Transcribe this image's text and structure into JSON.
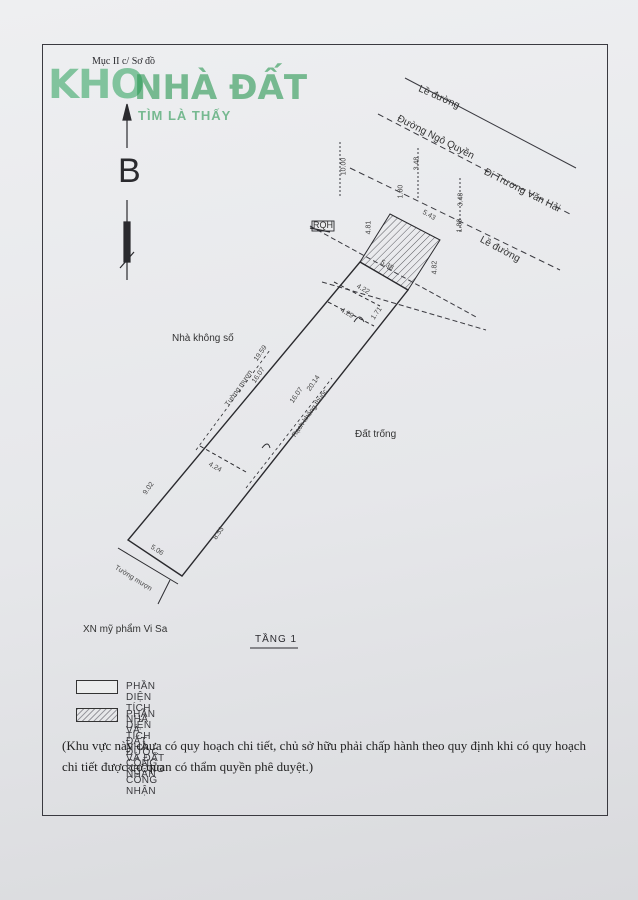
{
  "section_label": "Mục II c/ Sơ đồ",
  "watermark": {
    "part1": "KHO",
    "part2": "NHÀ ĐẤT",
    "tagline": "TÌM LÀ THẤY"
  },
  "north_letter": "B",
  "streets": {
    "sidewalk_top": "Lề đường",
    "street_name": "Đường Ngô Quyền",
    "to_street": "Đi Trương Văn Hải",
    "sidewalk_right": "Lề đường"
  },
  "labels": {
    "rqh": "RQH",
    "neighbor_left": "Nhà không số",
    "vacant_land": "Đất trống",
    "factory": "XN mỹ phẩm Vi Sa",
    "shared_wall_1": "Tường mượn",
    "shared_wall_2": "Tường mượn",
    "canal": "Rạch không thuộc",
    "floor": "TẦNG 1"
  },
  "dimensions": {
    "d1": "10.00",
    "d2": "3.48",
    "d3": "3.48",
    "d4": "1.80",
    "d5": "1.80",
    "d6": "4.81",
    "d7": "5.43",
    "d8": "5.38",
    "d9": "4.82",
    "d10": "4.22",
    "d11": "4.29",
    "d12": "19.59",
    "d13": "16.07",
    "d14": "16.07",
    "d15": "20.14",
    "d16": "4.24",
    "d17": "9.02",
    "d18": "8.53",
    "d19": "5.06",
    "d20": "1.71"
  },
  "legend": [
    {
      "text": "PHẦN DIỆN TÍCH NHÀ VÀ ĐẤT ĐƯỢC CÔNG NHẬN",
      "pattern": "plain"
    },
    {
      "text": "PHẦN DIỆN TÍCH NHÀ VÀ ĐẤT KHÔNG CÔNG NHẬN",
      "pattern": "hatched"
    }
  ],
  "note": "(Khu vực này chưa có quy hoạch chi tiết, chủ sở hữu phải chấp hành theo quy định khi có quy hoạch chi tiết được cơ quan có thẩm quyền phê duyệt.)",
  "colors": {
    "ink": "#2a2a2e",
    "paper": "#e8e9eb",
    "watermark": "#2e9a5a"
  }
}
